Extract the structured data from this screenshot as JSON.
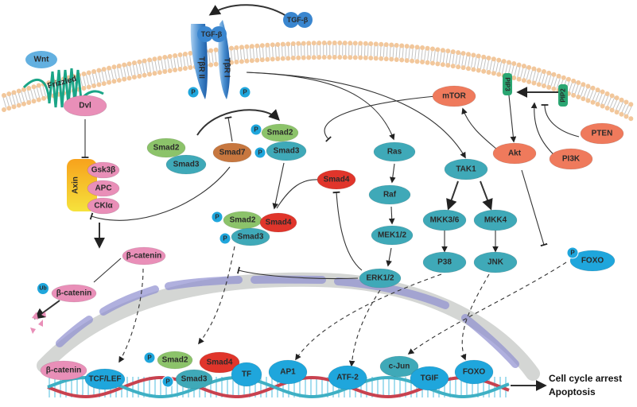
{
  "colors": {
    "teal": "#3fa9b8",
    "blue": "#1fa6dc",
    "green": "#8cc36a",
    "red": "#e0352b",
    "brown": "#c7773f",
    "salmon": "#ef7a5c",
    "pink": "#e98fb8",
    "axin": "#f6b233",
    "membrane_bead": "#f2c79b",
    "nucleus": "#d4d6d4",
    "nucleus_pore": "#8f8fd0",
    "dna_red": "#c8424f",
    "dna_teal": "#3fb0c4"
  },
  "membrane": {
    "wnt": "Wnt",
    "frizzled": "Frizzled",
    "tgfb_ligand": "TGF-β",
    "tgfb_bound": "TGF-β",
    "tbr2": "TβR II",
    "tbr1": "TβR I",
    "pip3": "PIP3",
    "pip2": "PIP2"
  },
  "nodes": [
    {
      "id": "dvl",
      "label": "Dvl",
      "color": "pink"
    },
    {
      "id": "gsk3b",
      "label": "Gsk3β",
      "color": "pink"
    },
    {
      "id": "apc",
      "label": "APC",
      "color": "pink"
    },
    {
      "id": "cki",
      "label": "CKIα",
      "color": "pink"
    },
    {
      "id": "bcat_ub",
      "label": "β-catenin",
      "color": "pink"
    },
    {
      "id": "bcat",
      "label": "β-catenin",
      "color": "pink"
    },
    {
      "id": "smad2a",
      "label": "Smad2",
      "color": "green"
    },
    {
      "id": "smad3a",
      "label": "Smad3",
      "color": "teal"
    },
    {
      "id": "smad7",
      "label": "Smad7",
      "color": "brown"
    },
    {
      "id": "psmad2",
      "label": "Smad2",
      "color": "green"
    },
    {
      "id": "psmad3",
      "label": "Smad3",
      "color": "teal"
    },
    {
      "id": "smad4a",
      "label": "Smad4",
      "color": "red"
    },
    {
      "id": "csmad2",
      "label": "Smad2",
      "color": "green"
    },
    {
      "id": "csmad4",
      "label": "Smad4",
      "color": "red"
    },
    {
      "id": "csmad3",
      "label": "Smad3",
      "color": "teal"
    },
    {
      "id": "ras",
      "label": "Ras",
      "color": "teal"
    },
    {
      "id": "raf",
      "label": "Raf",
      "color": "teal"
    },
    {
      "id": "mek",
      "label": "MEK1/2",
      "color": "teal"
    },
    {
      "id": "erk",
      "label": "ERK1/2",
      "color": "teal"
    },
    {
      "id": "mtor",
      "label": "mTOR",
      "color": "salmon"
    },
    {
      "id": "akt",
      "label": "Akt",
      "color": "salmon"
    },
    {
      "id": "pten",
      "label": "PTEN",
      "color": "salmon"
    },
    {
      "id": "pi3k",
      "label": "PI3K",
      "color": "salmon"
    },
    {
      "id": "tak1",
      "label": "TAK1",
      "color": "teal"
    },
    {
      "id": "mkk36",
      "label": "MKK3/6",
      "color": "teal"
    },
    {
      "id": "mkk4",
      "label": "MKK4",
      "color": "teal"
    },
    {
      "id": "p38",
      "label": "P38",
      "color": "teal"
    },
    {
      "id": "jnk",
      "label": "JNK",
      "color": "teal"
    },
    {
      "id": "foxo_p",
      "label": "FOXO",
      "color": "blue"
    },
    {
      "id": "n_bcat",
      "label": "β-catenin",
      "color": "pink"
    },
    {
      "id": "n_tcf",
      "label": "TCF/LEF",
      "color": "blue"
    },
    {
      "id": "n_smad2",
      "label": "Smad2",
      "color": "green"
    },
    {
      "id": "n_smad4",
      "label": "Smad4",
      "color": "red"
    },
    {
      "id": "n_smad3",
      "label": "Smad3",
      "color": "teal"
    },
    {
      "id": "n_tf",
      "label": "TF",
      "color": "blue"
    },
    {
      "id": "n_ap1",
      "label": "AP1",
      "color": "blue"
    },
    {
      "id": "n_atf2",
      "label": "ATF-2",
      "color": "blue"
    },
    {
      "id": "n_cjun",
      "label": "c-Jun",
      "color": "teal"
    },
    {
      "id": "n_tgif",
      "label": "TGIF",
      "color": "blue"
    },
    {
      "id": "n_foxo",
      "label": "FOXO",
      "color": "blue"
    }
  ],
  "axin_label": "Axin",
  "ub_label": "Ub",
  "phospho_label": "P",
  "outcome": {
    "line1": "Cell cycle arrest",
    "line2": "Apoptosis"
  }
}
